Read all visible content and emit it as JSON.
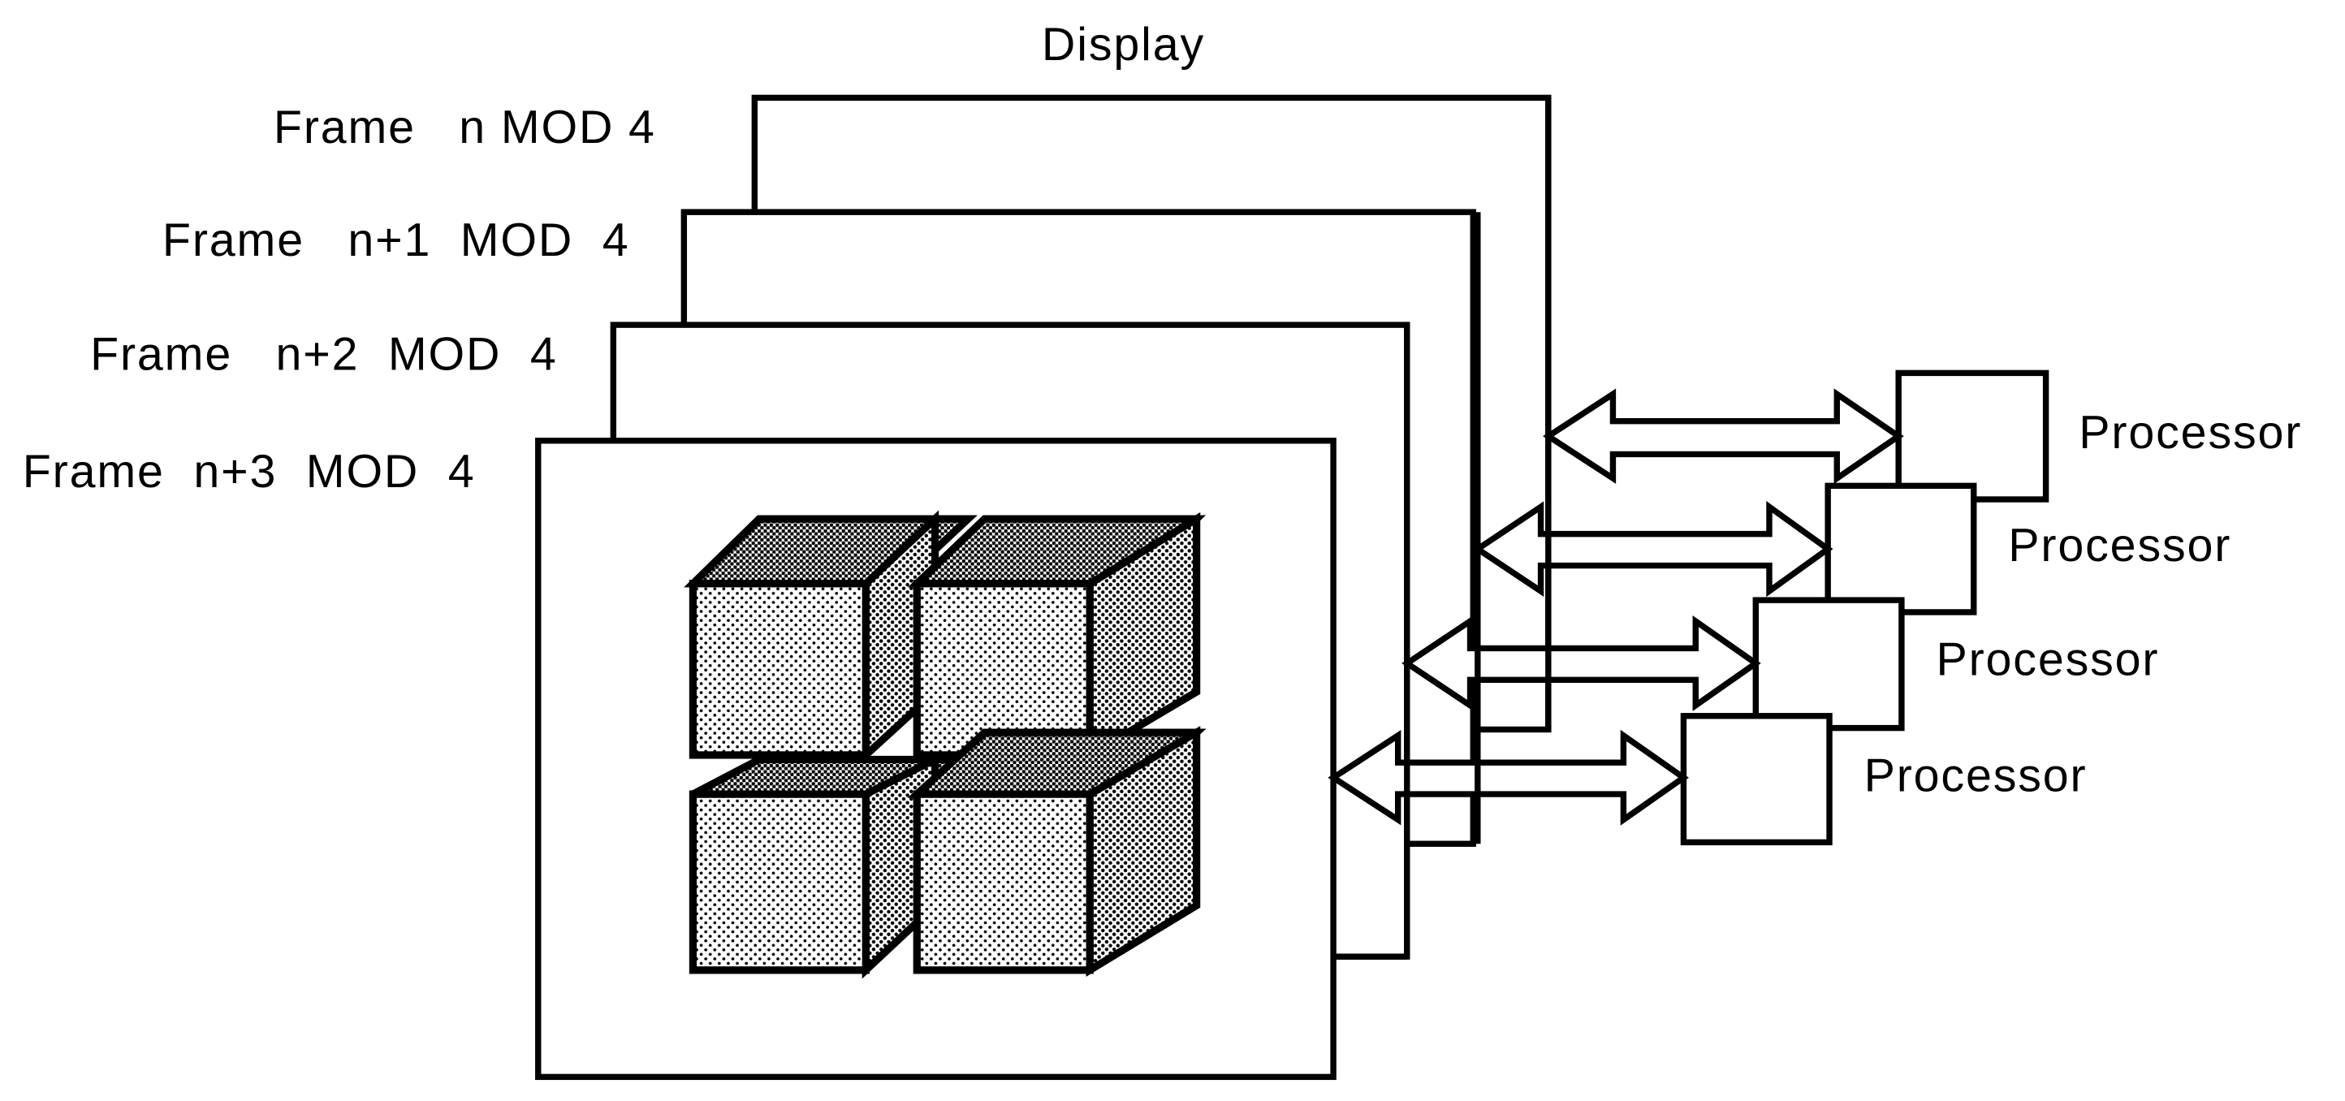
{
  "diagram": {
    "title": "Display",
    "frames": [
      {
        "label": "Frame   n MOD 4"
      },
      {
        "label": "Frame   n+1  MOD  4"
      },
      {
        "label": "Frame   n+2  MOD  4"
      },
      {
        "label": "Frame  n+3  MOD  4"
      }
    ],
    "processors": [
      {
        "label": "Processor"
      },
      {
        "label": "Processor"
      },
      {
        "label": "Processor"
      },
      {
        "label": "Processor"
      }
    ],
    "cube_count": 4,
    "colors": {
      "stroke": "#000000",
      "background": "#ffffff"
    }
  }
}
